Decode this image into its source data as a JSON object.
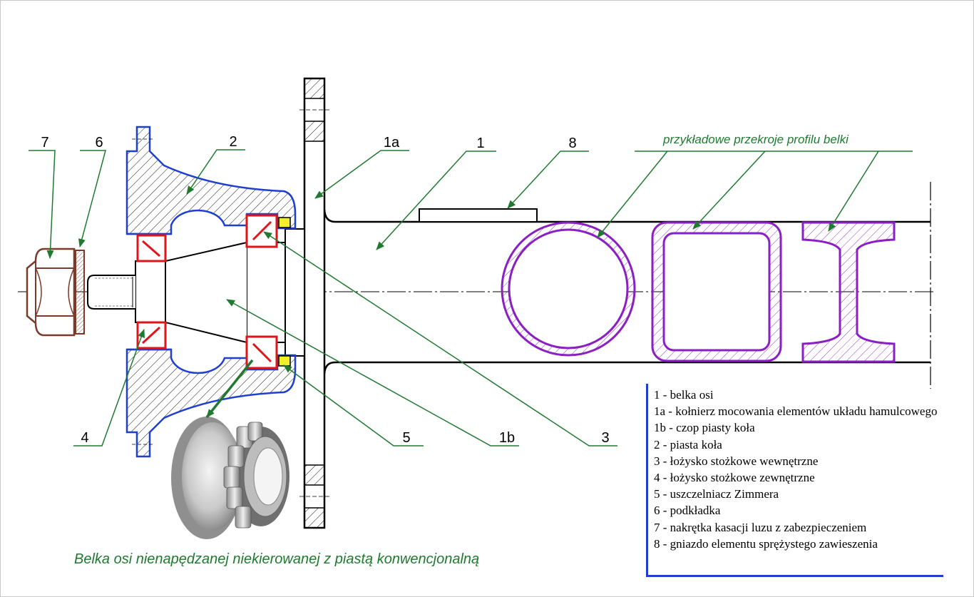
{
  "title_sections": "przykładowe przekroje profilu belki",
  "caption": "Belka osi nienapędzanej niekierowanej z piastą konwencjonalną",
  "callouts": {
    "c7": "7",
    "c6": "6",
    "c2": "2",
    "c1a": "1a",
    "c1": "1",
    "c8": "8",
    "c4": "4",
    "c5": "5",
    "c1b": "1b",
    "c3": "3"
  },
  "legend": [
    "1 - belka osi",
    "1a - kołnierz mocowania elementów układu hamulcowego",
    "1b - czop piasty koła",
    "2 - piasta koła",
    "3 - łożysko stożkowe wewnętrzne",
    "4 - łożysko stożkowe zewnętrzne",
    "5 - uszczelniacz Zimmera",
    "6 - podkładka",
    "7 - nakrętka kasacji luzu z zabezpieczeniem",
    "8 - gniazdo elementu sprężystego zawieszenia"
  ],
  "colors": {
    "outline": "#000000",
    "hub": "#1f3fd0",
    "bearing": "#e0151b",
    "seal": "#f2ee2a",
    "sections": "#8a1fc4",
    "nut": "#7b3a2a",
    "leaders": "#1f7a30",
    "legend_border": "#1f3fd0"
  }
}
